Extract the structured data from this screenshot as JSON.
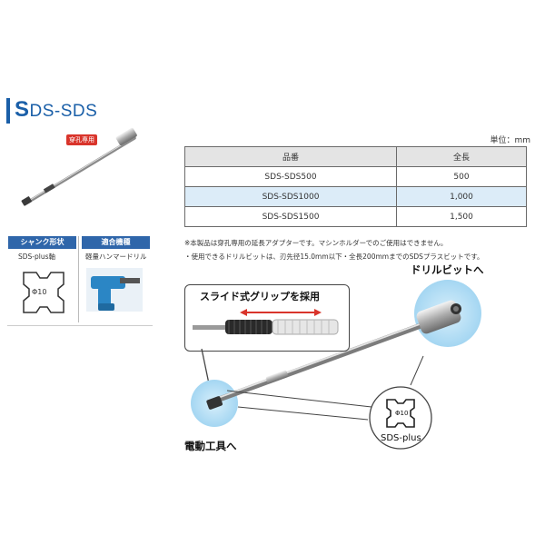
{
  "title": {
    "initial": "S",
    "rest": "DS-SDS"
  },
  "badge": "穿孔専用",
  "unit": "単位：mm",
  "table": {
    "headers": [
      "品番",
      "全長"
    ],
    "rows": [
      [
        "SDS-SDS500",
        "500"
      ],
      [
        "SDS-SDS1000",
        "1,000"
      ],
      [
        "SDS-SDS1500",
        "1,500"
      ]
    ]
  },
  "notes": [
    "※本製品は穿孔専用の延長アダプターです。マシンホルダーでのご使用はできません。",
    "・使用できるドリルビットは、刃先径15.0mm以下・全長200mmまでのSDSプラスビットです。"
  ],
  "panel": {
    "shank_tab": "シャンク形状",
    "shank_value": "SDS-plus軸",
    "shank_phi": "Φ10",
    "machine_tab": "適合機種",
    "machine_value": "軽量ハンマードリル"
  },
  "callout_title": "スライド式グリップを採用",
  "label_drill": "ドリルビットへ",
  "label_power": "電動工具へ",
  "label_sds": "SDS-plus",
  "label_phi": "Φ10",
  "colors": {
    "accent": "#1a5fa8",
    "badge": "#d9342b",
    "tab": "#2f66aa",
    "highlight": "#aedcf5",
    "row_alt": "#dcecf8"
  }
}
